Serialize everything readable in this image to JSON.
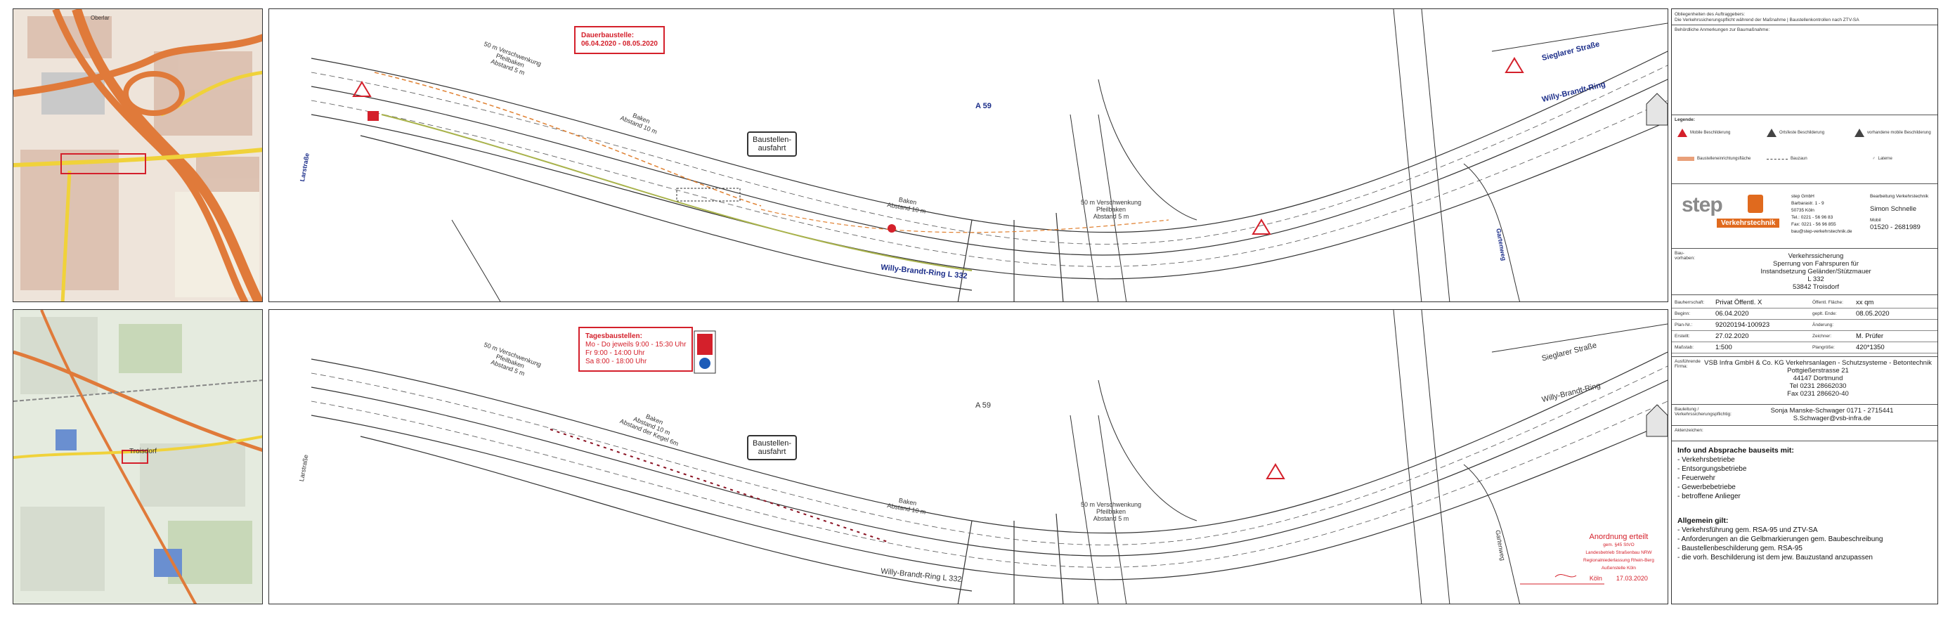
{
  "map_top": {
    "labels": [
      "Oberlar"
    ]
  },
  "map_bottom": {
    "labels": [
      "Troisdorf"
    ]
  },
  "plan_top": {
    "notice": {
      "line1": "Dauerbaustelle:",
      "line2": "06.04.2020 - 08.05.2020"
    },
    "exit_sign": {
      "line1": "Baustellen-",
      "line2": "ausfahrt"
    },
    "labels": {
      "merge1_l1": "50 m Verschwenkung",
      "merge1_l2": "Pfeilbaken",
      "merge1_l3": "Abstand 5 m",
      "baken1_l1": "Baken",
      "baken1_l2": "Abstand 10 m",
      "baken2_l1": "Baken",
      "baken2_l2": "Abstand 10 m",
      "merge2_l1": "50 m Verschwenkung",
      "merge2_l2": "Pfeilbaken",
      "merge2_l3": "Abstand 5 m"
    },
    "roads": {
      "a59": "A 59",
      "willy": "Willy-Brandt-Ring   L 332",
      "willy2": "Willy-Brandt-Ring",
      "sieglarer": "Sieglarer Straße",
      "gartenweg": "Gartenweg",
      "larstrasse": "Larstraße"
    }
  },
  "plan_bottom": {
    "notice": {
      "line1": "Tagesbaustellen:",
      "line2": "Mo - Do jeweils 9:00 - 15:30 Uhr",
      "line3": "Fr 9:00 - 14:00 Uhr",
      "line4": "Sa 8:00 - 18:00 Uhr"
    },
    "exit_sign": {
      "line1": "Baustellen-",
      "line2": "ausfahrt"
    },
    "labels": {
      "merge1_l1": "50 m Verschwenkung",
      "merge1_l2": "Pfeilbaken",
      "merge1_l3": "Abstand 5 m",
      "baken1_l1": "Baken",
      "baken1_l2": "Abstand 10 m",
      "baken1_l3": "Abstand der Kegel 6m",
      "baken2_l1": "Baken",
      "baken2_l2": "Abstand 10 m",
      "merge2_l1": "50 m Verschwenkung",
      "merge2_l2": "Pfeilbaken",
      "merge2_l3": "Abstand 5 m"
    },
    "roads": {
      "a59": "A 59",
      "willy": "Willy-Brandt-Ring   L 332",
      "willy2": "Willy-Brandt-Ring",
      "sieglarer": "Sieglarer Straße",
      "gartenweg": "Gartenweg",
      "larstrasse": "Larstraße"
    },
    "stamp": {
      "line1": "Anordnung erteilt",
      "line2": "gem. §45 StVO",
      "line3": "Landesbetrieb Straßenbau NRW",
      "line4": "Regionalniederlassung Rhein-Berg",
      "line5": "Außenstelle Köln",
      "city": "Köln",
      "date": "17.03.2020"
    }
  },
  "titleblock": {
    "top_note_l1": "Obliegenheiten des Auftraggebers:",
    "top_note_l2": "Die Verkehrssicherungspflicht während der Maßnahme  |  Baustellenkontrollen nach ZTV-SA",
    "remarks_label": "Behördliche Anmerkungen zur Baumaßnahme:",
    "legend_title": "Legende:",
    "legend": [
      "Mobile Beschilderung",
      "Ortsfeste Beschilderung",
      "vorhandene mobile Beschilderung",
      "Baustelleneinrichtungsfläche",
      "Bauzaun",
      "Laterne"
    ],
    "company": {
      "logo_main": "step",
      "logo_sub": "Verkehrstechnik",
      "name": "step GmbH",
      "street": "Barbarastr. 1 - 9",
      "city": "50735 Köln",
      "tel": "Tel.: 0221 - 56 96 83",
      "fax": "Fax: 0221 - 56 96 855",
      "email": "bau@step-verkehrstechnik.de",
      "contact_label": "Bearbeitung Verkehrstechnik",
      "contact_name": "Simon Schnelle",
      "mobile_label": "Mobil",
      "mobile": "01520 - 2681989"
    },
    "project": {
      "label": "Bau-vorhaben:",
      "line1": "Verkehrssicherung",
      "line2": "Sperrung von Fahrspuren für",
      "line3": "Instandsetzung Geländer/Stützmauer",
      "line4": "L 332",
      "line5": "53842 Troisdorf"
    },
    "fields": [
      {
        "label": "Bauherrschaft:",
        "value": "Privat    Öffentl. X",
        "label2": "Öffentl. Fläche:",
        "value2": "xx qm"
      },
      {
        "label": "Beginn:",
        "value": "06.04.2020",
        "label2": "geplt. Ende:",
        "value2": "08.05.2020"
      },
      {
        "label": "Plan-Nr.:",
        "value": "92020194-100923",
        "label2": "Änderung:",
        "value2": ""
      },
      {
        "label": "Erstellt:",
        "value": "27.02.2020",
        "label2": "Zeichner:",
        "value2": "M. Prüfer"
      },
      {
        "label": "Maßstab:",
        "value": "1:500",
        "label2": "Plangröße:",
        "value2": "420*1350"
      }
    ],
    "contractor": {
      "label": "Ausführende Firma:",
      "line1": "VSB Infra GmbH & Co. KG Verkehrsanlagen - Schutzsysteme - Betontechnik",
      "line2": "Pottgießerstrasse 21",
      "line3": "44147 Dortmund",
      "line4": "Tel 0231 28662030",
      "line5": "Fax 0231 286620-40"
    },
    "site_manager": {
      "label": "Bauleitung / Verkehrssicherungspflichtig:",
      "line1": "Sonja Manske-Schwager 0171 - 2715441",
      "line2": "S.Schwager@vsb-infra.de"
    },
    "file_label": "Aktenzeichen:",
    "info_title": "Info und Absprache bauseits mit:",
    "info_items": [
      "- Verkehrsbetriebe",
      "- Entsorgungsbetriebe",
      "- Feuerwehr",
      "- Gewerbebetriebe",
      "- betroffene Anlieger"
    ],
    "general_title": "Allgemein gilt:",
    "general_items": [
      "- Verkehrsführung gem. RSA-95 und ZTV-SA",
      "- Anforderungen an die Gelbmarkierungen gem. Baubeschreibung",
      "- Baustellenbeschilderung gem. RSA-95",
      "- die vorh. Beschilderung ist dem jew. Bauzustand anzupassen"
    ]
  }
}
